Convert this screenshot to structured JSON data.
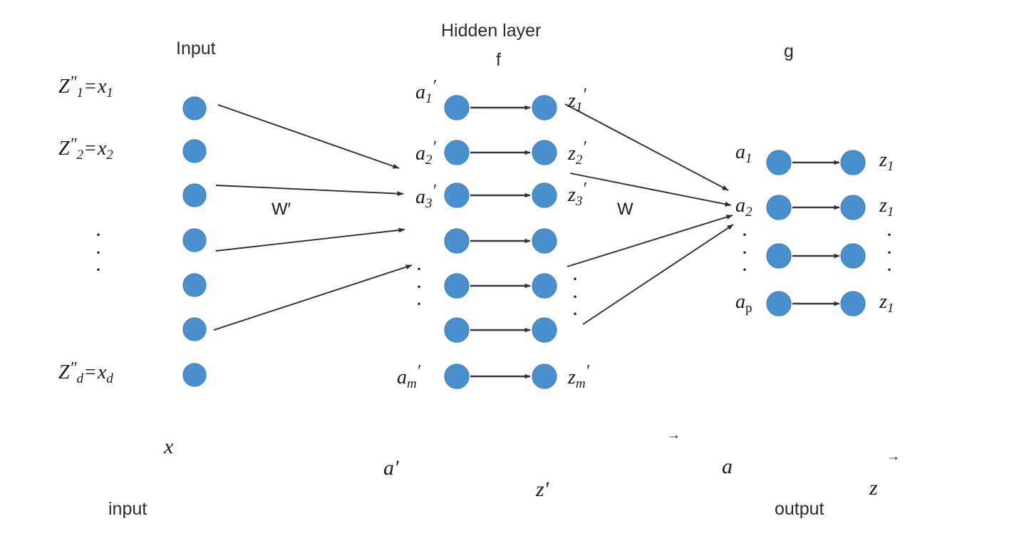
{
  "diagram": {
    "title": "Feedforward neural network with one hidden layer",
    "background_color": "#ffffff",
    "node_color": "#4a90cf",
    "node_stroke_color": "#3b82bd",
    "arrow_color": "#3a3a3a",
    "text_color": "#1a1a1a"
  },
  "headers": {
    "input": "Input",
    "hidden_layer": "Hidden layer",
    "hidden_activation": "f",
    "output_activation": "g"
  },
  "footers": {
    "input": "input",
    "output": "output"
  },
  "weights": {
    "w_prime": "W′",
    "w": "W"
  },
  "vectors": {
    "x": "x",
    "a_prime": "a′",
    "z_prime": "z′",
    "a": "a",
    "z": "z",
    "arrow_glyph": "→"
  },
  "input_layer": {
    "node_count": 7,
    "labels": [
      {
        "base": "Z",
        "dprime": "″",
        "sub": "1",
        "eq": "=",
        "rhs_base": "x",
        "rhs_sub": "1",
        "node_index": 0
      },
      {
        "base": "Z",
        "dprime": "″",
        "sub": "2",
        "eq": "=",
        "rhs_base": "x",
        "rhs_sub": "2",
        "node_index": 1
      },
      {
        "base": "Z",
        "dprime": "″",
        "sub": "d",
        "eq": "=",
        "rhs_base": "x",
        "rhs_sub": "d",
        "node_index": 6
      }
    ],
    "ellipsis": "·"
  },
  "hidden_layer": {
    "node_pair_count": 7,
    "a_labels": [
      {
        "base": "a",
        "sub": "1",
        "prime": "′"
      },
      {
        "base": "a",
        "sub": "2",
        "prime": "′"
      },
      {
        "base": "a",
        "sub": "3",
        "prime": "′"
      },
      {
        "base": "a",
        "sub": "m",
        "prime": "′"
      }
    ],
    "z_labels": [
      {
        "base": "z",
        "sub": "1",
        "prime": "′"
      },
      {
        "base": "z",
        "sub": "2",
        "prime": "′"
      },
      {
        "base": "z",
        "sub": "3",
        "prime": "′"
      },
      {
        "base": "z",
        "sub": "m",
        "prime": "′"
      }
    ],
    "ellipsis": "·"
  },
  "output_layer": {
    "node_pair_count": 4,
    "a_labels": [
      {
        "base": "a",
        "sub": "1"
      },
      {
        "base": "a",
        "sub": "2"
      },
      {
        "base": "a",
        "sub": "p"
      }
    ],
    "z_labels": [
      {
        "base": "z",
        "sub": "1"
      },
      {
        "base": "z",
        "sub": "1"
      },
      {
        "base": "z",
        "sub": "1"
      }
    ],
    "ellipsis": "·"
  }
}
